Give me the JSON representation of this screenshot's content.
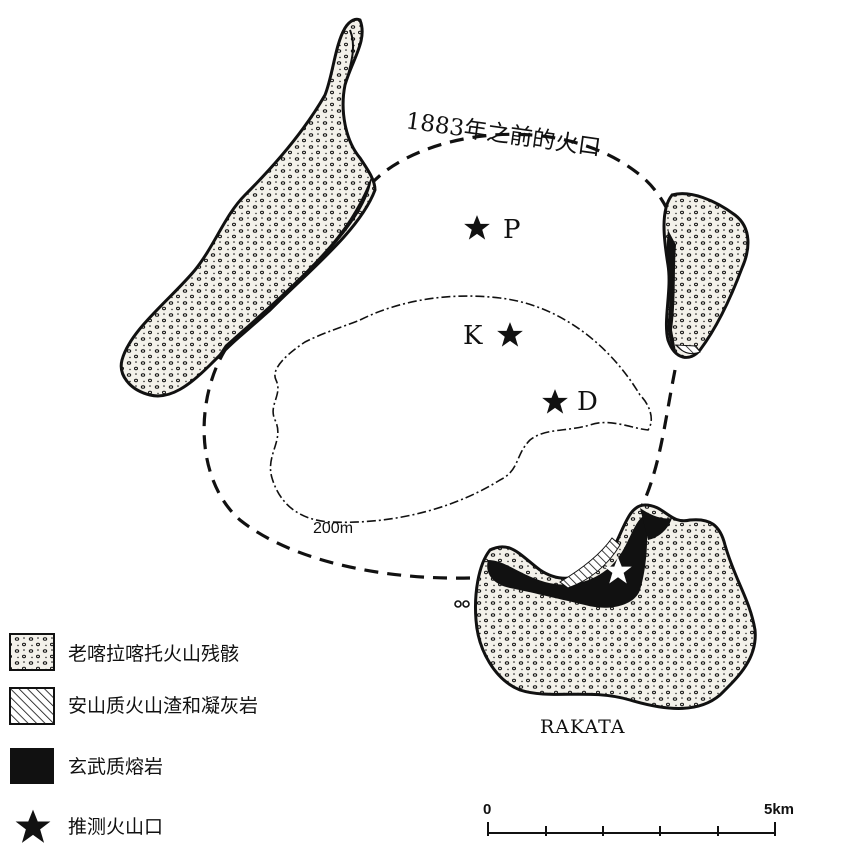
{
  "map": {
    "caldera_label": "1883年之前的火口",
    "vents": [
      {
        "id": "P",
        "label": "P"
      },
      {
        "id": "K",
        "label": "K"
      },
      {
        "id": "D",
        "label": "D"
      }
    ],
    "contour_label": "200m",
    "island_label": "RAKATA",
    "scale": {
      "start": "0",
      "end": "5km"
    }
  },
  "legend": {
    "items": [
      {
        "key": "pre-krakatau-remnant",
        "label": "老喀拉喀托火山残骸"
      },
      {
        "key": "andesite-tuff",
        "label": "安山质火山渣和凝灰岩"
      },
      {
        "key": "basaltic-lava",
        "label": "玄武质熔岩"
      },
      {
        "key": "inferred-vent",
        "label": "推测火山口"
      }
    ]
  },
  "colors": {
    "ink": "#111111",
    "fill": "#f3f1ea",
    "star_light": "#ffffff"
  }
}
